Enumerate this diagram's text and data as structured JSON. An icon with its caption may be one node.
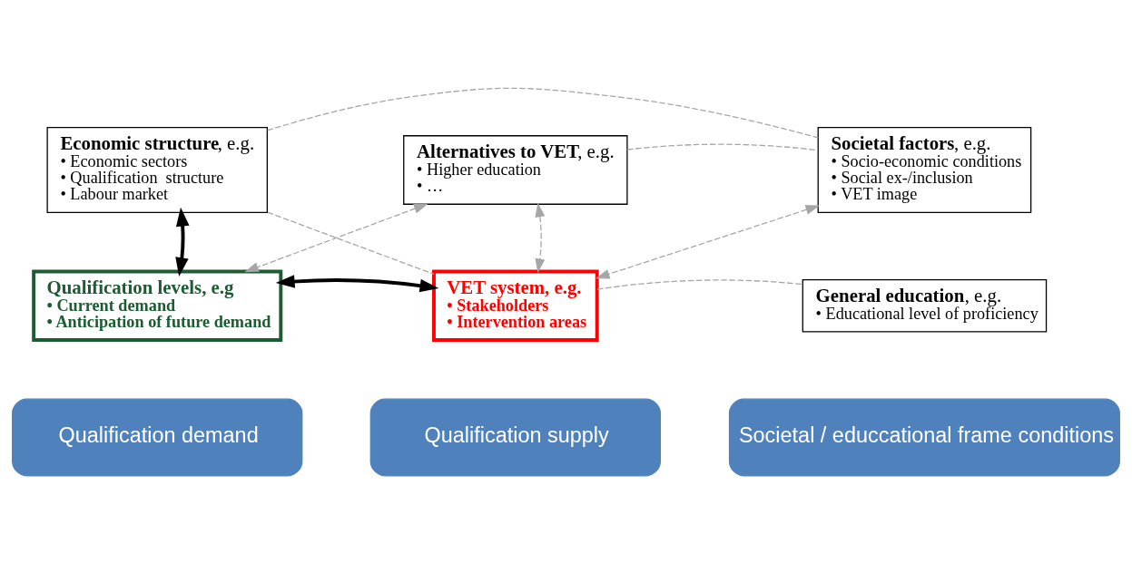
{
  "diagram": {
    "nodes": [
      {
        "text": [
          "**Economic structure**, e.g.",
          "• Economic sectors",
          "• Qualification  structure",
          "• Labour market"
        ]
      },
      {
        "text": [
          "**Alternatives to VET**, e.g.",
          "• Higher education",
          "• …"
        ]
      },
      {
        "text": [
          "**Societal factors**, e.g.",
          "• Socio-economic conditions",
          "• Social ex-/inclusion",
          "• VET image"
        ]
      },
      {
        "text": [
          "Qualification levels, e.g",
          "• Current demand",
          "• Anticipation of future demand"
        ]
      },
      {
        "text": [
          "VET system, e.g.",
          "• Stakeholders",
          "• Intervention areas"
        ]
      },
      {
        "text": [
          "**General education**, e.g.",
          "• Educational level of proficiency"
        ]
      },
      {
        "text": [
          "Qualification demand"
        ]
      },
      {
        "text": [
          "Qualification supply"
        ]
      },
      {
        "text": [
          "Societal / educcational frame conditions"
        ]
      }
    ],
    "edges": [
      {
        "from": 0,
        "to": 3,
        "arrow": "both",
        "style": "thick",
        "color": "#000000"
      },
      {
        "from": 3,
        "to": 4,
        "arrow": "both",
        "style": "thick",
        "color": "#000000"
      },
      {
        "from": 0,
        "to": 2,
        "arrow": "none",
        "style": "dashed"
      },
      {
        "from": 0,
        "to": 4,
        "arrow": "none",
        "style": "dashed"
      },
      {
        "from": 1,
        "to": 3,
        "arrow": "both",
        "style": "dashed"
      },
      {
        "from": 1,
        "to": 4,
        "arrow": "both",
        "style": "dashed"
      },
      {
        "from": 1,
        "to": 2,
        "arrow": "none",
        "style": "dashed"
      },
      {
        "from": 2,
        "to": 4,
        "arrow": "both",
        "style": "dashed"
      },
      {
        "from": 4,
        "to": 5,
        "arrow": "none",
        "style": "dashed"
      }
    ]
  }
}
